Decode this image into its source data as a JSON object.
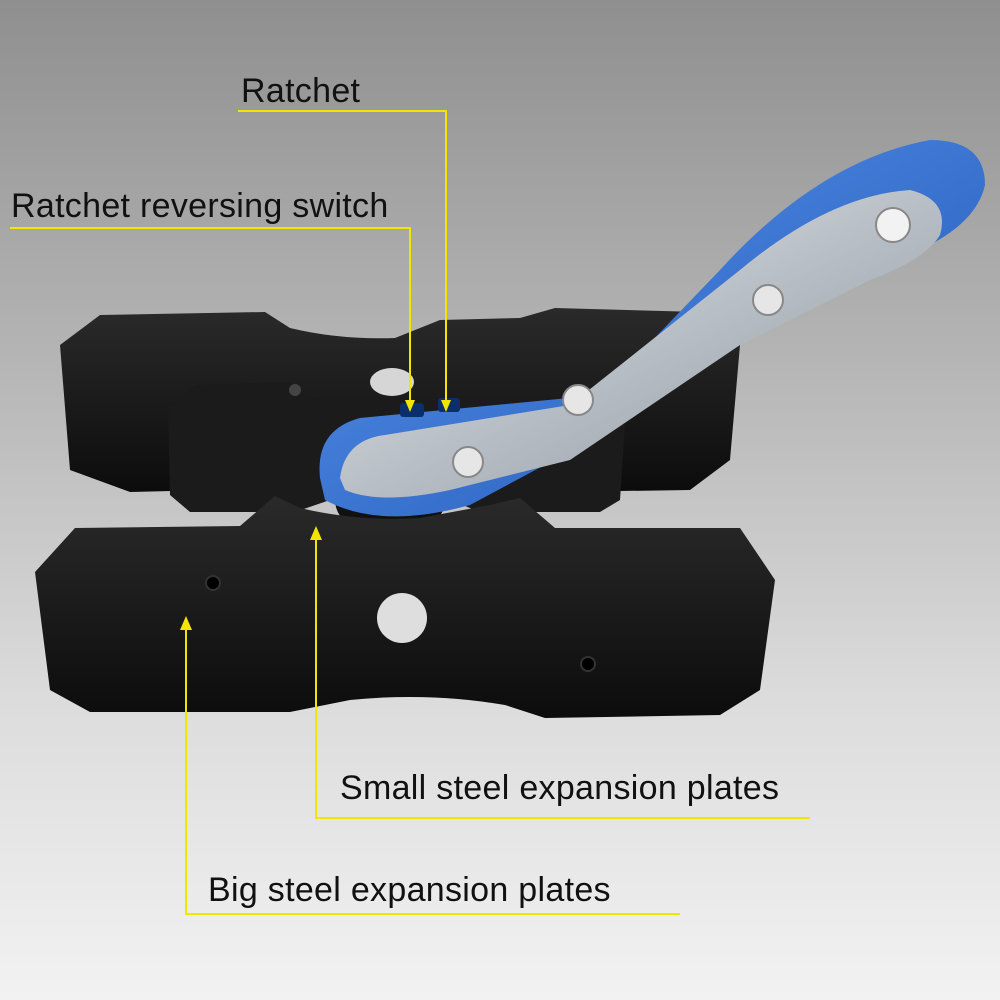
{
  "labels": {
    "ratchet": "Ratchet",
    "reversing_switch": "Ratchet reversing switch",
    "small_plates": "Small steel expansion plates",
    "big_plates": "Big steel expansion plates"
  },
  "colors": {
    "callout_line": "#f2e600",
    "plate": "#141414",
    "handle_blue": "#2f6fd6",
    "steel": "#c9ced3"
  }
}
